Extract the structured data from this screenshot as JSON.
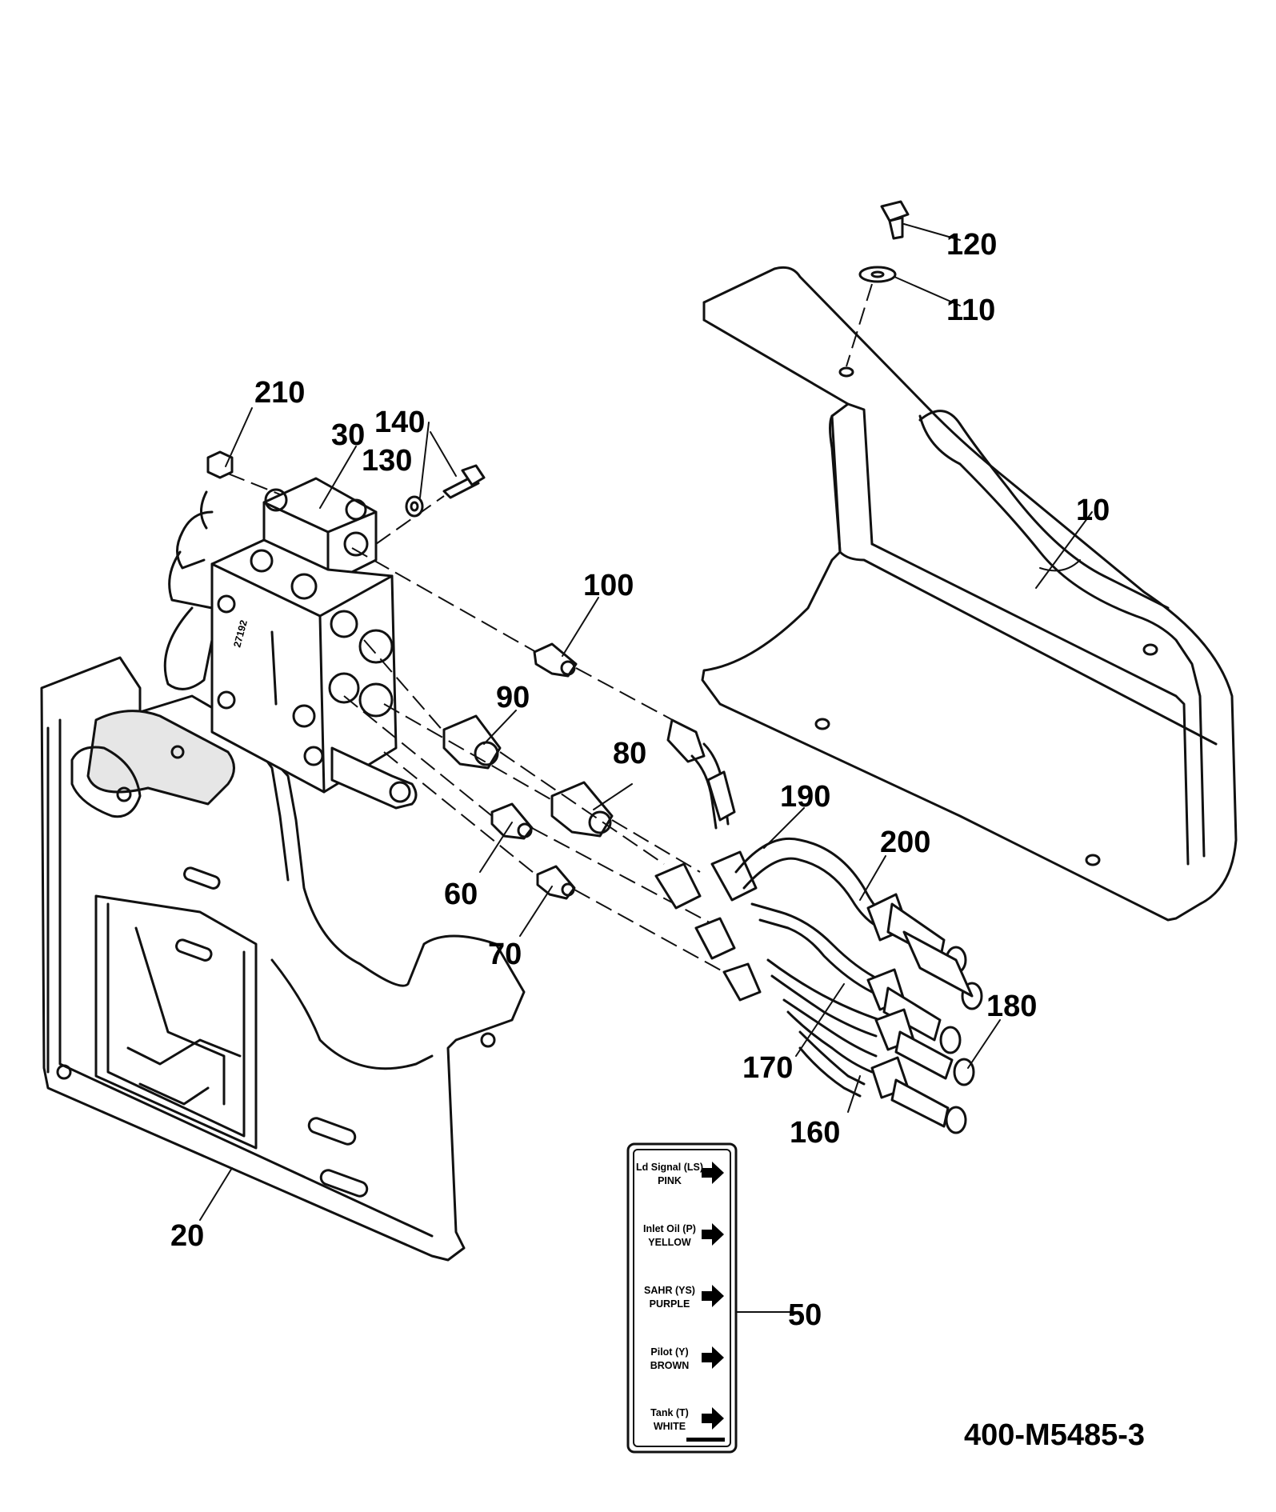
{
  "drawing_number": "400-M5485-3",
  "callouts": {
    "c10": "10",
    "c20": "20",
    "c30": "30",
    "c50": "50",
    "c60": "60",
    "c70": "70",
    "c80": "80",
    "c90": "90",
    "c100": "100",
    "c110": "110",
    "c120": "120",
    "c130": "130",
    "c140": "140",
    "c160": "160",
    "c170": "170",
    "c180": "180",
    "c190": "190",
    "c200": "200",
    "c210": "210"
  },
  "decal": {
    "rows": [
      {
        "line1": "Ld Signal (LS)",
        "line2": "PINK",
        "arrow": "arrow-right-icon"
      },
      {
        "line1": "Inlet Oil (P)",
        "line2": "YELLOW",
        "arrow": "arrow-right-icon"
      },
      {
        "line1": "SAHR (YS)",
        "line2": "PURPLE",
        "arrow": "arrow-right-icon"
      },
      {
        "line1": "Pilot (Y)",
        "line2": "BROWN",
        "arrow": "arrow-right-icon"
      },
      {
        "line1": "Tank (T)",
        "line2": "WHITE",
        "arrow": "arrow-right-icon"
      }
    ]
  },
  "valve_marking": "27192"
}
